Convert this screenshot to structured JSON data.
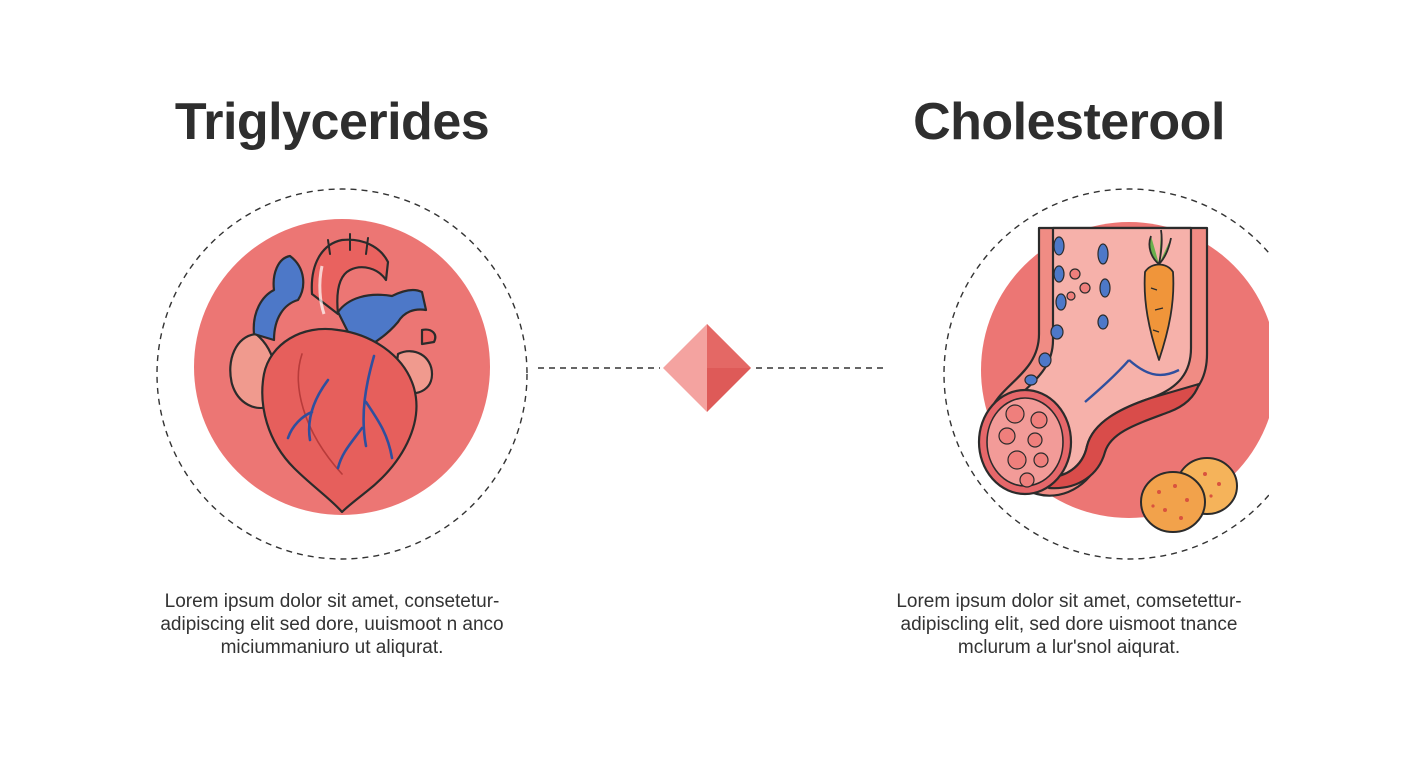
{
  "colors": {
    "circle_fill": "#ec7674",
    "vein_blue": "#4d78c8",
    "outline": "#2b2b2b",
    "diamond_light": "#f4a3a0",
    "diamond_dark": "#de5a58",
    "carrot": "#f0953a",
    "food": "#f2a24b"
  },
  "left": {
    "title": "Triglycerides",
    "illustration_icon": "heart-icon",
    "description": [
      "Lorem ipsum  dolor sit amet, consetetur-",
      "adipiscing elit sed dore, uuismoot n anco",
      "miciummaniuro ut aliqurat."
    ]
  },
  "right": {
    "title": "Cholesterool",
    "illustration_icon": "artery-icon",
    "description": [
      "Lorem ipsum dolor sit amet, comsetettur-",
      "adipiscling  elit, sed dore uismoot tnance",
      "mclurum a lur'snol aiqurat."
    ]
  },
  "connector": {
    "icon": "diamond-icon"
  }
}
